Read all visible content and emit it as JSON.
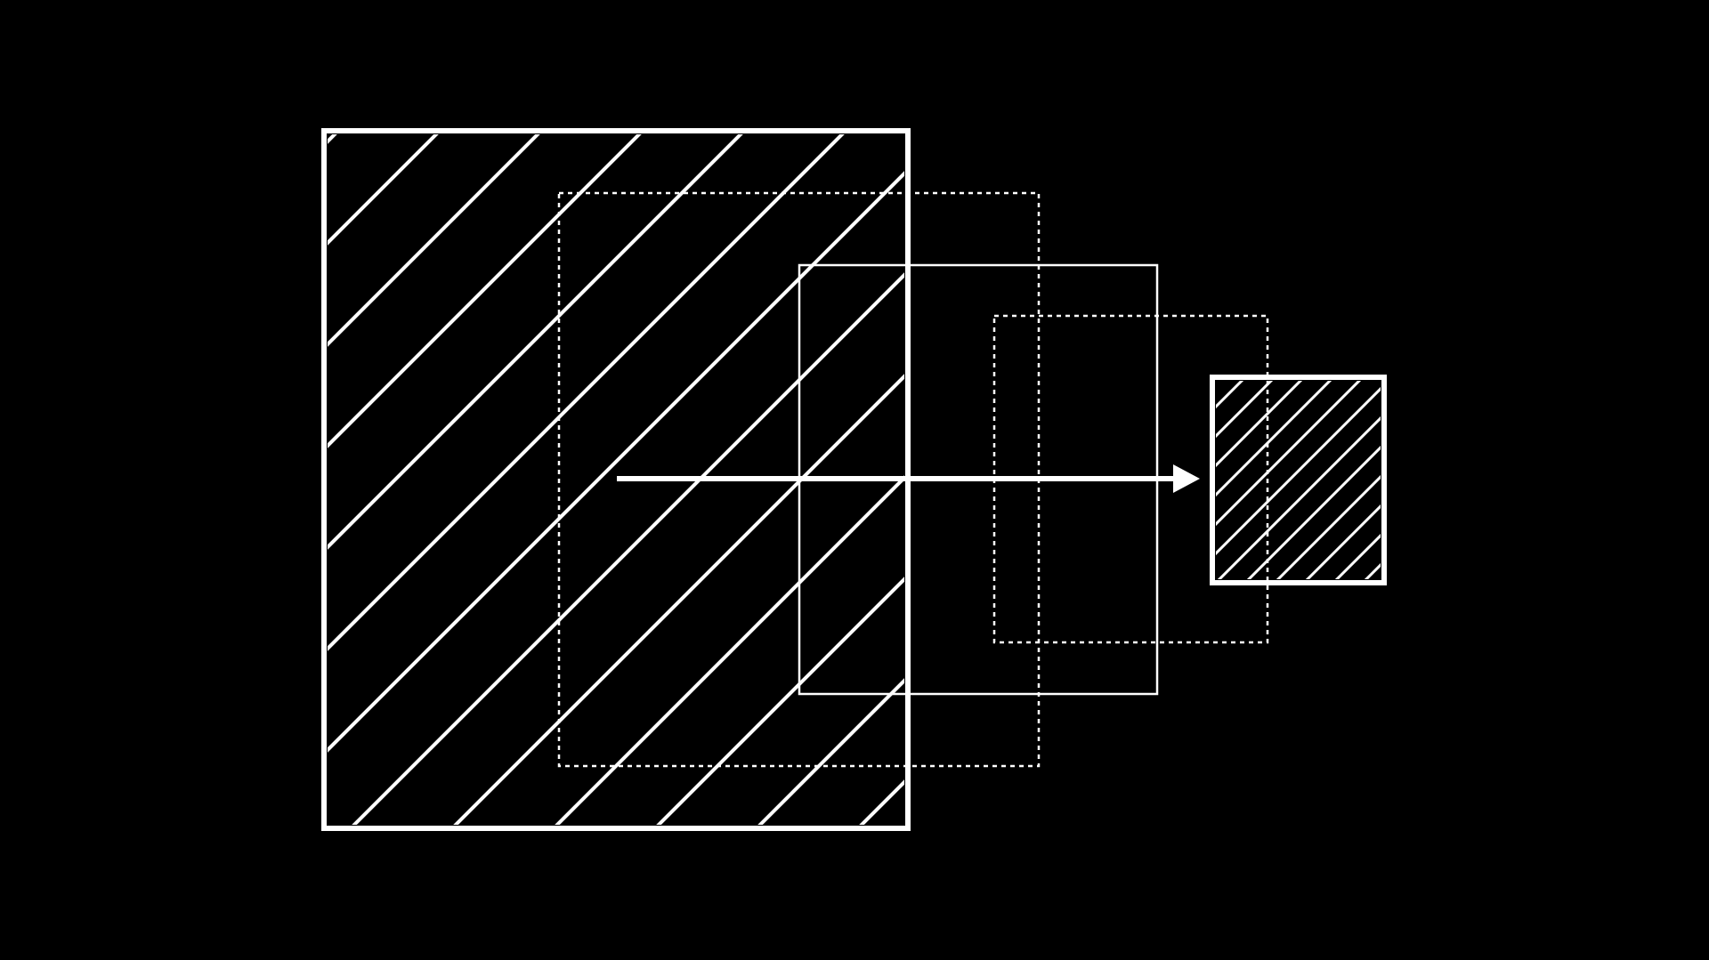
{
  "colors": {
    "background": "#000000",
    "stroke": "#ffffff"
  },
  "diagram": {
    "shapes": [
      {
        "id": "large-hatched-square",
        "style": "solid-thick",
        "fill": "diagonal-hatch"
      },
      {
        "id": "dotted-frame-1",
        "style": "dotted"
      },
      {
        "id": "thin-frame",
        "style": "solid-thin"
      },
      {
        "id": "dotted-frame-2",
        "style": "dotted"
      },
      {
        "id": "small-hatched-square",
        "style": "solid-thick",
        "fill": "diagonal-hatch"
      }
    ],
    "arrow": {
      "direction": "right"
    }
  }
}
